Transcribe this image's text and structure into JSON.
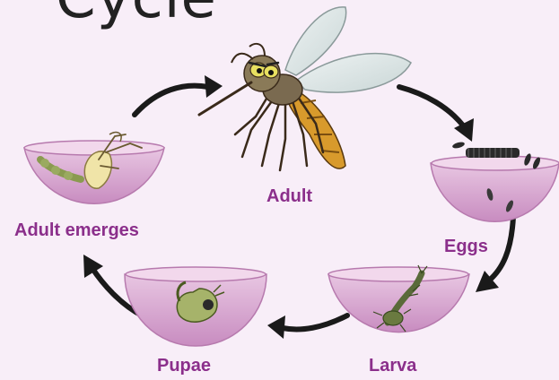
{
  "diagram": {
    "title": "Cycle",
    "stages": {
      "adult": "Adult",
      "eggs": "Eggs",
      "larva": "Larva",
      "pupae": "Pupae",
      "adult_emerges": "Adult emerges"
    }
  },
  "colors": {
    "background": "#f8eef8",
    "label": "#8b2f8b",
    "bowl": "#e2b8d8",
    "bowl_rim": "#c98cc0",
    "arrow": "#1a1a1a"
  }
}
